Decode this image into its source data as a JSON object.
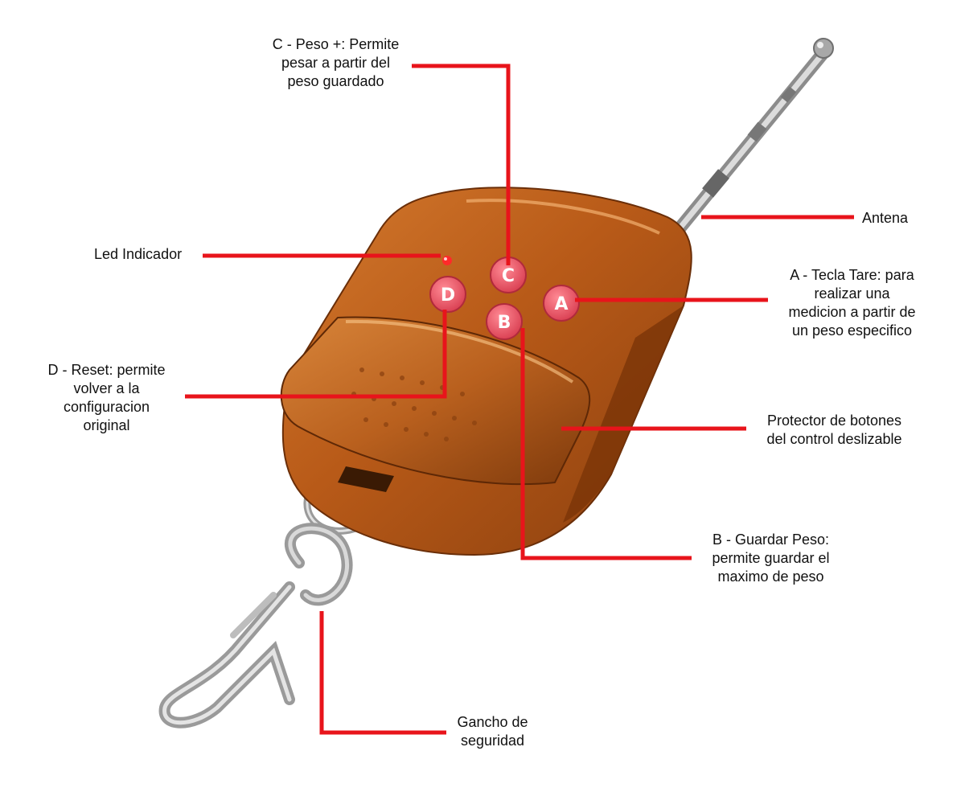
{
  "colors": {
    "leader_line": "#e8141b",
    "text": "#111111",
    "body_orange": "#c0601a",
    "button_pink": "#ee5a6a",
    "metal": "#b8b8b8"
  },
  "buttons": [
    "C",
    "A",
    "D",
    "B"
  ],
  "labels": {
    "peso_plus": "C - Peso +: Permite\npesar a partir del\npeso guardado",
    "antena": "Antena",
    "led": "Led Indicador",
    "tare": "A - Tecla Tare: para\nrealizar una\nmedicion a partir de\nun peso especifico",
    "reset": "D - Reset: permite\nvolver a la\nconfiguracion\noriginal",
    "protector": "Protector de botones\ndel control deslizable",
    "guardar": "B - Guardar Peso:\npermite guardar el\nmaximo de peso",
    "gancho": "Gancho de\nseguridad"
  }
}
